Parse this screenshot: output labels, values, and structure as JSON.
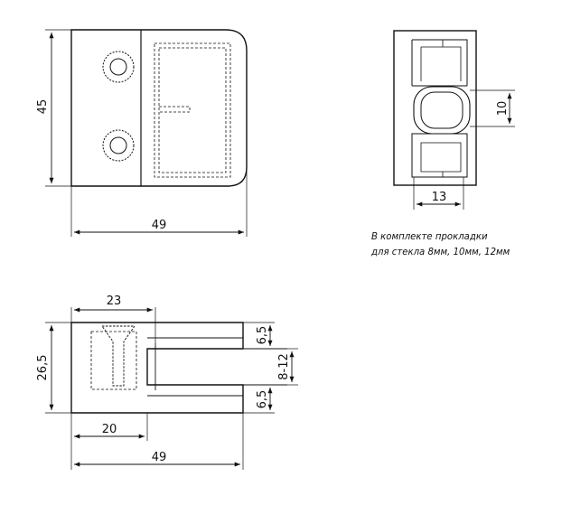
{
  "front_view": {
    "height_dim": "45",
    "width_dim": "49"
  },
  "side_view": {
    "slot_dim": "10",
    "width_dim": "13"
  },
  "bottom_view": {
    "top_width_dim": "23",
    "height_dim": "26,5",
    "bottom_width_dim": "20",
    "total_width_dim": "49",
    "upper_gap_dim": "6,5",
    "glass_gap_dim": "8-12",
    "lower_gap_dim": "6,5"
  },
  "note": {
    "line1": "В комплекте прокладки",
    "line2": "для стекла 8мм, 10мм, 12мм"
  }
}
